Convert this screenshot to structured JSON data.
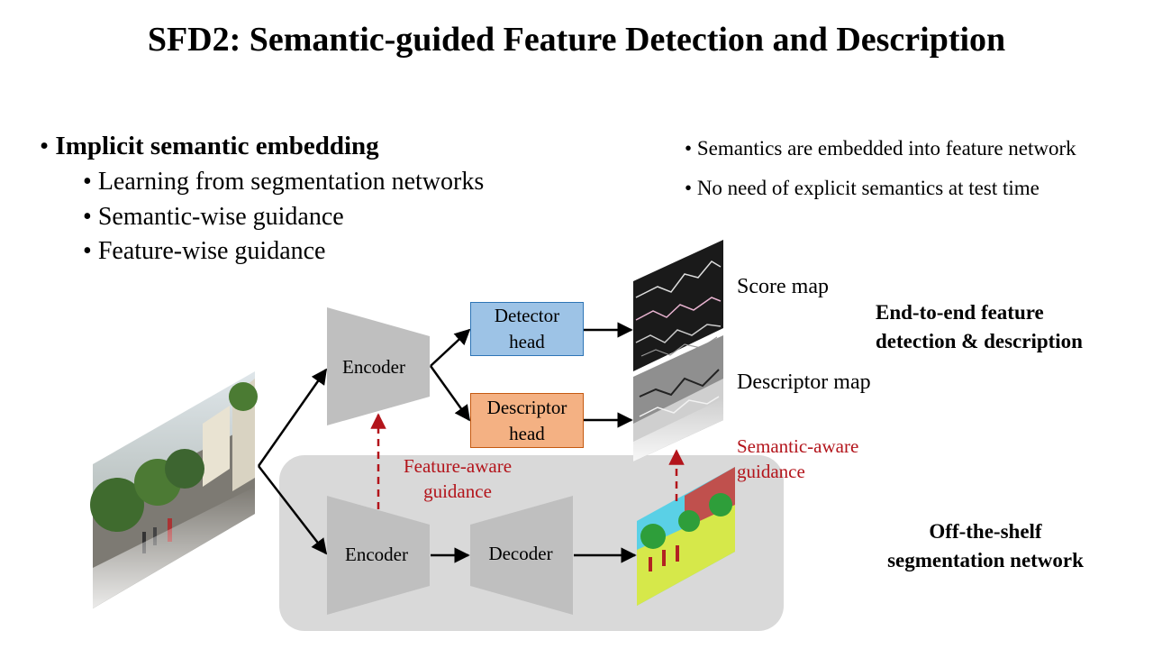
{
  "title": "SFD2: Semantic-guided Feature Detection and Description",
  "bullets": {
    "main": "Implicit semantic embedding",
    "sub": [
      "Learning from segmentation networks",
      "Semantic-wise guidance",
      "Feature-wise guidance"
    ]
  },
  "right_bullets": [
    "Semantics are embedded into feature network",
    "No need of explicit semantics at test time"
  ],
  "bullet_char": "•",
  "diagram": {
    "encoder_top": "Encoder",
    "encoder_bottom": "Encoder",
    "decoder": "Decoder",
    "detector_head": [
      "Detector",
      "head"
    ],
    "descriptor_head": [
      "Descriptor",
      "head"
    ],
    "score_map": "Score map",
    "descriptor_map": "Descriptor map",
    "feature_aware": [
      "Feature-aware",
      "guidance"
    ],
    "semantic_aware": [
      "Semantic-aware",
      "guidance"
    ],
    "end_to_end": [
      "End-to-end feature",
      "detection & description"
    ],
    "off_the_shelf": [
      "Off-the-shelf",
      "segmentation network"
    ]
  },
  "colors": {
    "detector_fill": "#9dc3e6",
    "detector_border": "#2e75b6",
    "descriptor_fill": "#f4b183",
    "descriptor_border": "#c55a11",
    "guidance_red": "#b3141b",
    "trapezoid": "#bfbfbf",
    "panel": "#d9d9d9"
  }
}
